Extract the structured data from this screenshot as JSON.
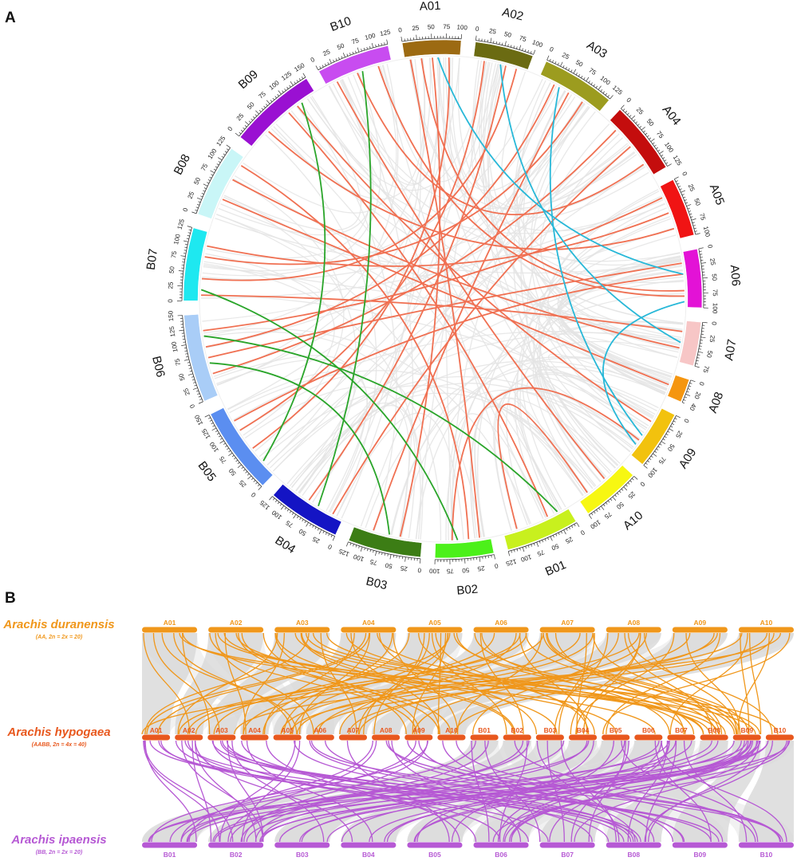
{
  "panel_a": {
    "label": "A",
    "chromosomes": [
      {
        "name": "A01",
        "len": 100,
        "color": "#9c6a12",
        "ticks": [
          0,
          25,
          50,
          75,
          100
        ]
      },
      {
        "name": "A02",
        "len": 100,
        "color": "#6b6b12",
        "ticks": [
          0,
          25,
          50,
          75,
          100
        ]
      },
      {
        "name": "A03",
        "len": 125,
        "color": "#9c9c1f",
        "ticks": [
          0,
          25,
          50,
          75,
          100,
          125
        ]
      },
      {
        "name": "A04",
        "len": 125,
        "color": "#c40d0d",
        "ticks": [
          0,
          25,
          50,
          75,
          100,
          125
        ]
      },
      {
        "name": "A05",
        "len": 100,
        "color": "#f01414",
        "ticks": [
          0,
          25,
          50,
          75,
          100
        ]
      },
      {
        "name": "A06",
        "len": 100,
        "color": "#e312d6",
        "ticks": [
          0,
          25,
          50,
          75,
          100
        ]
      },
      {
        "name": "A07",
        "len": 75,
        "color": "#f7c6c6",
        "ticks": [
          0,
          25,
          50,
          75
        ]
      },
      {
        "name": "A08",
        "len": 40,
        "color": "#f59610",
        "ticks": [
          0,
          20,
          40
        ]
      },
      {
        "name": "A09",
        "len": 100,
        "color": "#f2c20e",
        "ticks": [
          0,
          25,
          50,
          75,
          100
        ]
      },
      {
        "name": "A10",
        "len": 100,
        "color": "#f7f712",
        "ticks": [
          0,
          25,
          50,
          75,
          100
        ]
      },
      {
        "name": "B01",
        "len": 125,
        "color": "#c8f01e",
        "ticks": [
          0,
          25,
          50,
          75,
          100,
          125
        ]
      },
      {
        "name": "B02",
        "len": 100,
        "color": "#4cf01a",
        "ticks": [
          0,
          25,
          50,
          75,
          100
        ]
      },
      {
        "name": "B03",
        "len": 125,
        "color": "#3c7d15",
        "ticks": [
          0,
          25,
          50,
          75,
          100,
          125
        ]
      },
      {
        "name": "B04",
        "len": 125,
        "color": "#1414c4",
        "ticks": [
          0,
          25,
          50,
          75,
          100,
          125
        ]
      },
      {
        "name": "B05",
        "len": 150,
        "color": "#5b8ef0",
        "ticks": [
          0,
          25,
          50,
          75,
          100,
          125,
          150
        ]
      },
      {
        "name": "B06",
        "len": 150,
        "color": "#a9cdf7",
        "ticks": [
          0,
          25,
          50,
          75,
          100,
          125,
          150
        ]
      },
      {
        "name": "B07",
        "len": 125,
        "color": "#1ee8f0",
        "ticks": [
          0,
          25,
          50,
          75,
          100,
          125
        ]
      },
      {
        "name": "B08",
        "len": 125,
        "color": "#c9f6f7",
        "ticks": [
          0,
          25,
          50,
          75,
          100,
          125
        ]
      },
      {
        "name": "B09",
        "len": 150,
        "color": "#9a10d2",
        "ticks": [
          0,
          25,
          50,
          75,
          100,
          125,
          150
        ]
      },
      {
        "name": "B10",
        "len": 125,
        "color": "#c84cf0",
        "ticks": [
          0,
          25,
          50,
          75,
          100,
          125
        ]
      }
    ],
    "links": [
      {
        "a": "A01",
        "pa": 10,
        "b": "B02",
        "pb": 20,
        "color": "#f07052"
      },
      {
        "a": "A01",
        "pa": 30,
        "b": "A06",
        "pb": 70,
        "color": "#f07052"
      },
      {
        "a": "A01",
        "pa": 50,
        "b": "B03",
        "pb": 40,
        "color": "#f07052"
      },
      {
        "a": "A01",
        "pa": 80,
        "b": "B05",
        "pb": 60,
        "color": "#f07052"
      },
      {
        "a": "A02",
        "pa": 20,
        "b": "B05",
        "pb": 100,
        "color": "#f07052"
      },
      {
        "a": "A02",
        "pa": 60,
        "b": "B04",
        "pb": 70,
        "color": "#f07052"
      },
      {
        "a": "A02",
        "pa": 80,
        "b": "B07",
        "pb": 40,
        "color": "#f07052"
      },
      {
        "a": "A03",
        "pa": 30,
        "b": "B06",
        "pb": 90,
        "color": "#f07052"
      },
      {
        "a": "A03",
        "pa": 60,
        "b": "B03",
        "pb": 90,
        "color": "#f07052"
      },
      {
        "a": "A03",
        "pa": 90,
        "b": "B07",
        "pb": 80,
        "color": "#f07052"
      },
      {
        "a": "A04",
        "pa": 20,
        "b": "B06",
        "pb": 40,
        "color": "#f07052"
      },
      {
        "a": "A04",
        "pa": 60,
        "b": "B04",
        "pb": 20,
        "color": "#f07052"
      },
      {
        "a": "A04",
        "pa": 100,
        "b": "B10",
        "pb": 60,
        "color": "#f07052"
      },
      {
        "a": "A05",
        "pa": 20,
        "b": "B06",
        "pb": 120,
        "color": "#f07052"
      },
      {
        "a": "A05",
        "pa": 50,
        "b": "B07",
        "pb": 100,
        "color": "#f07052"
      },
      {
        "a": "A05",
        "pa": 80,
        "b": "B09",
        "pb": 40,
        "color": "#f07052"
      },
      {
        "a": "A06",
        "pa": 20,
        "b": "B06",
        "pb": 70,
        "color": "#f07052"
      },
      {
        "a": "A06",
        "pa": 40,
        "b": "B05",
        "pb": 120,
        "color": "#f07052"
      },
      {
        "a": "A06",
        "pa": 80,
        "b": "B10",
        "pb": 100,
        "color": "#f07052"
      },
      {
        "a": "A07",
        "pa": 20,
        "b": "B07",
        "pb": 10,
        "color": "#f07052"
      },
      {
        "a": "A07",
        "pa": 50,
        "b": "B08",
        "pb": 80,
        "color": "#f07052"
      },
      {
        "a": "A08",
        "pa": 20,
        "b": "B08",
        "pb": 40,
        "color": "#f07052"
      },
      {
        "a": "A09",
        "pa": 30,
        "b": "B09",
        "pb": 110,
        "color": "#f07052"
      },
      {
        "a": "A09",
        "pa": 70,
        "b": "B02",
        "pb": 70,
        "color": "#f07052"
      },
      {
        "a": "A10",
        "pa": 40,
        "b": "B10",
        "pb": 20,
        "color": "#f07052"
      },
      {
        "a": "A10",
        "pa": 80,
        "b": "B01",
        "pb": 100,
        "color": "#f07052"
      },
      {
        "a": "B01",
        "pa": 40,
        "b": "B09",
        "pb": 90,
        "color": "#f07052"
      },
      {
        "a": "B02",
        "pa": 40,
        "b": "B08",
        "pb": 110,
        "color": "#f07052"
      },
      {
        "a": "A01",
        "pa": 60,
        "b": "A06",
        "pb": 40,
        "color": "#28b8d8"
      },
      {
        "a": "A03",
        "pa": 40,
        "b": "A09",
        "pb": 60,
        "color": "#28b8d8"
      },
      {
        "a": "A06",
        "pa": 90,
        "b": "A09",
        "pb": 80,
        "color": "#28b8d8"
      },
      {
        "a": "A02",
        "pa": 50,
        "b": "A07",
        "pb": 40,
        "color": "#28b8d8"
      },
      {
        "a": "B10",
        "pa": 70,
        "b": "B04",
        "pb": 50,
        "color": "#2aa52a"
      },
      {
        "a": "B06",
        "pa": 60,
        "b": "B03",
        "pb": 60,
        "color": "#2aa52a"
      },
      {
        "a": "B07",
        "pa": 20,
        "b": "B02",
        "pb": 60,
        "color": "#2aa52a"
      },
      {
        "a": "B06",
        "pa": 110,
        "b": "B01",
        "pb": 20,
        "color": "#2aa52a"
      },
      {
        "a": "B09",
        "pa": 120,
        "b": "B05",
        "pb": 30,
        "color": "#2aa52a"
      }
    ]
  },
  "panel_b": {
    "label": "B",
    "species": [
      {
        "name": "Arachis duranensis",
        "sub": "(AA, 2n = 2x = 20)",
        "color": "#f0971b"
      },
      {
        "name": "Arachis hypogaea",
        "sub": "(AABB, 2n = 4x = 40)",
        "color": "#e8581e"
      },
      {
        "name": "Arachis ipaensis",
        "sub": "(BB, 2n = 2x = 20)",
        "color": "#b659d4"
      }
    ],
    "top_row": [
      "A01",
      "A02",
      "A03",
      "A04",
      "A05",
      "A06",
      "A07",
      "A08",
      "A09",
      "A10"
    ],
    "middle_row": [
      "A01",
      "A02",
      "A03",
      "A04",
      "A05",
      "A06",
      "A07",
      "A08",
      "A09",
      "A10",
      "B01",
      "B02",
      "B03",
      "B04",
      "B05",
      "B06",
      "B07",
      "B08",
      "B09",
      "B10"
    ],
    "bottom_row": [
      "B01",
      "B02",
      "B03",
      "B04",
      "B05",
      "B06",
      "B07",
      "B08",
      "B09",
      "B10"
    ],
    "top_links_color": "#f0971b",
    "bottom_links_color": "#b659d4",
    "background_links_color": "#d6d6d6"
  }
}
